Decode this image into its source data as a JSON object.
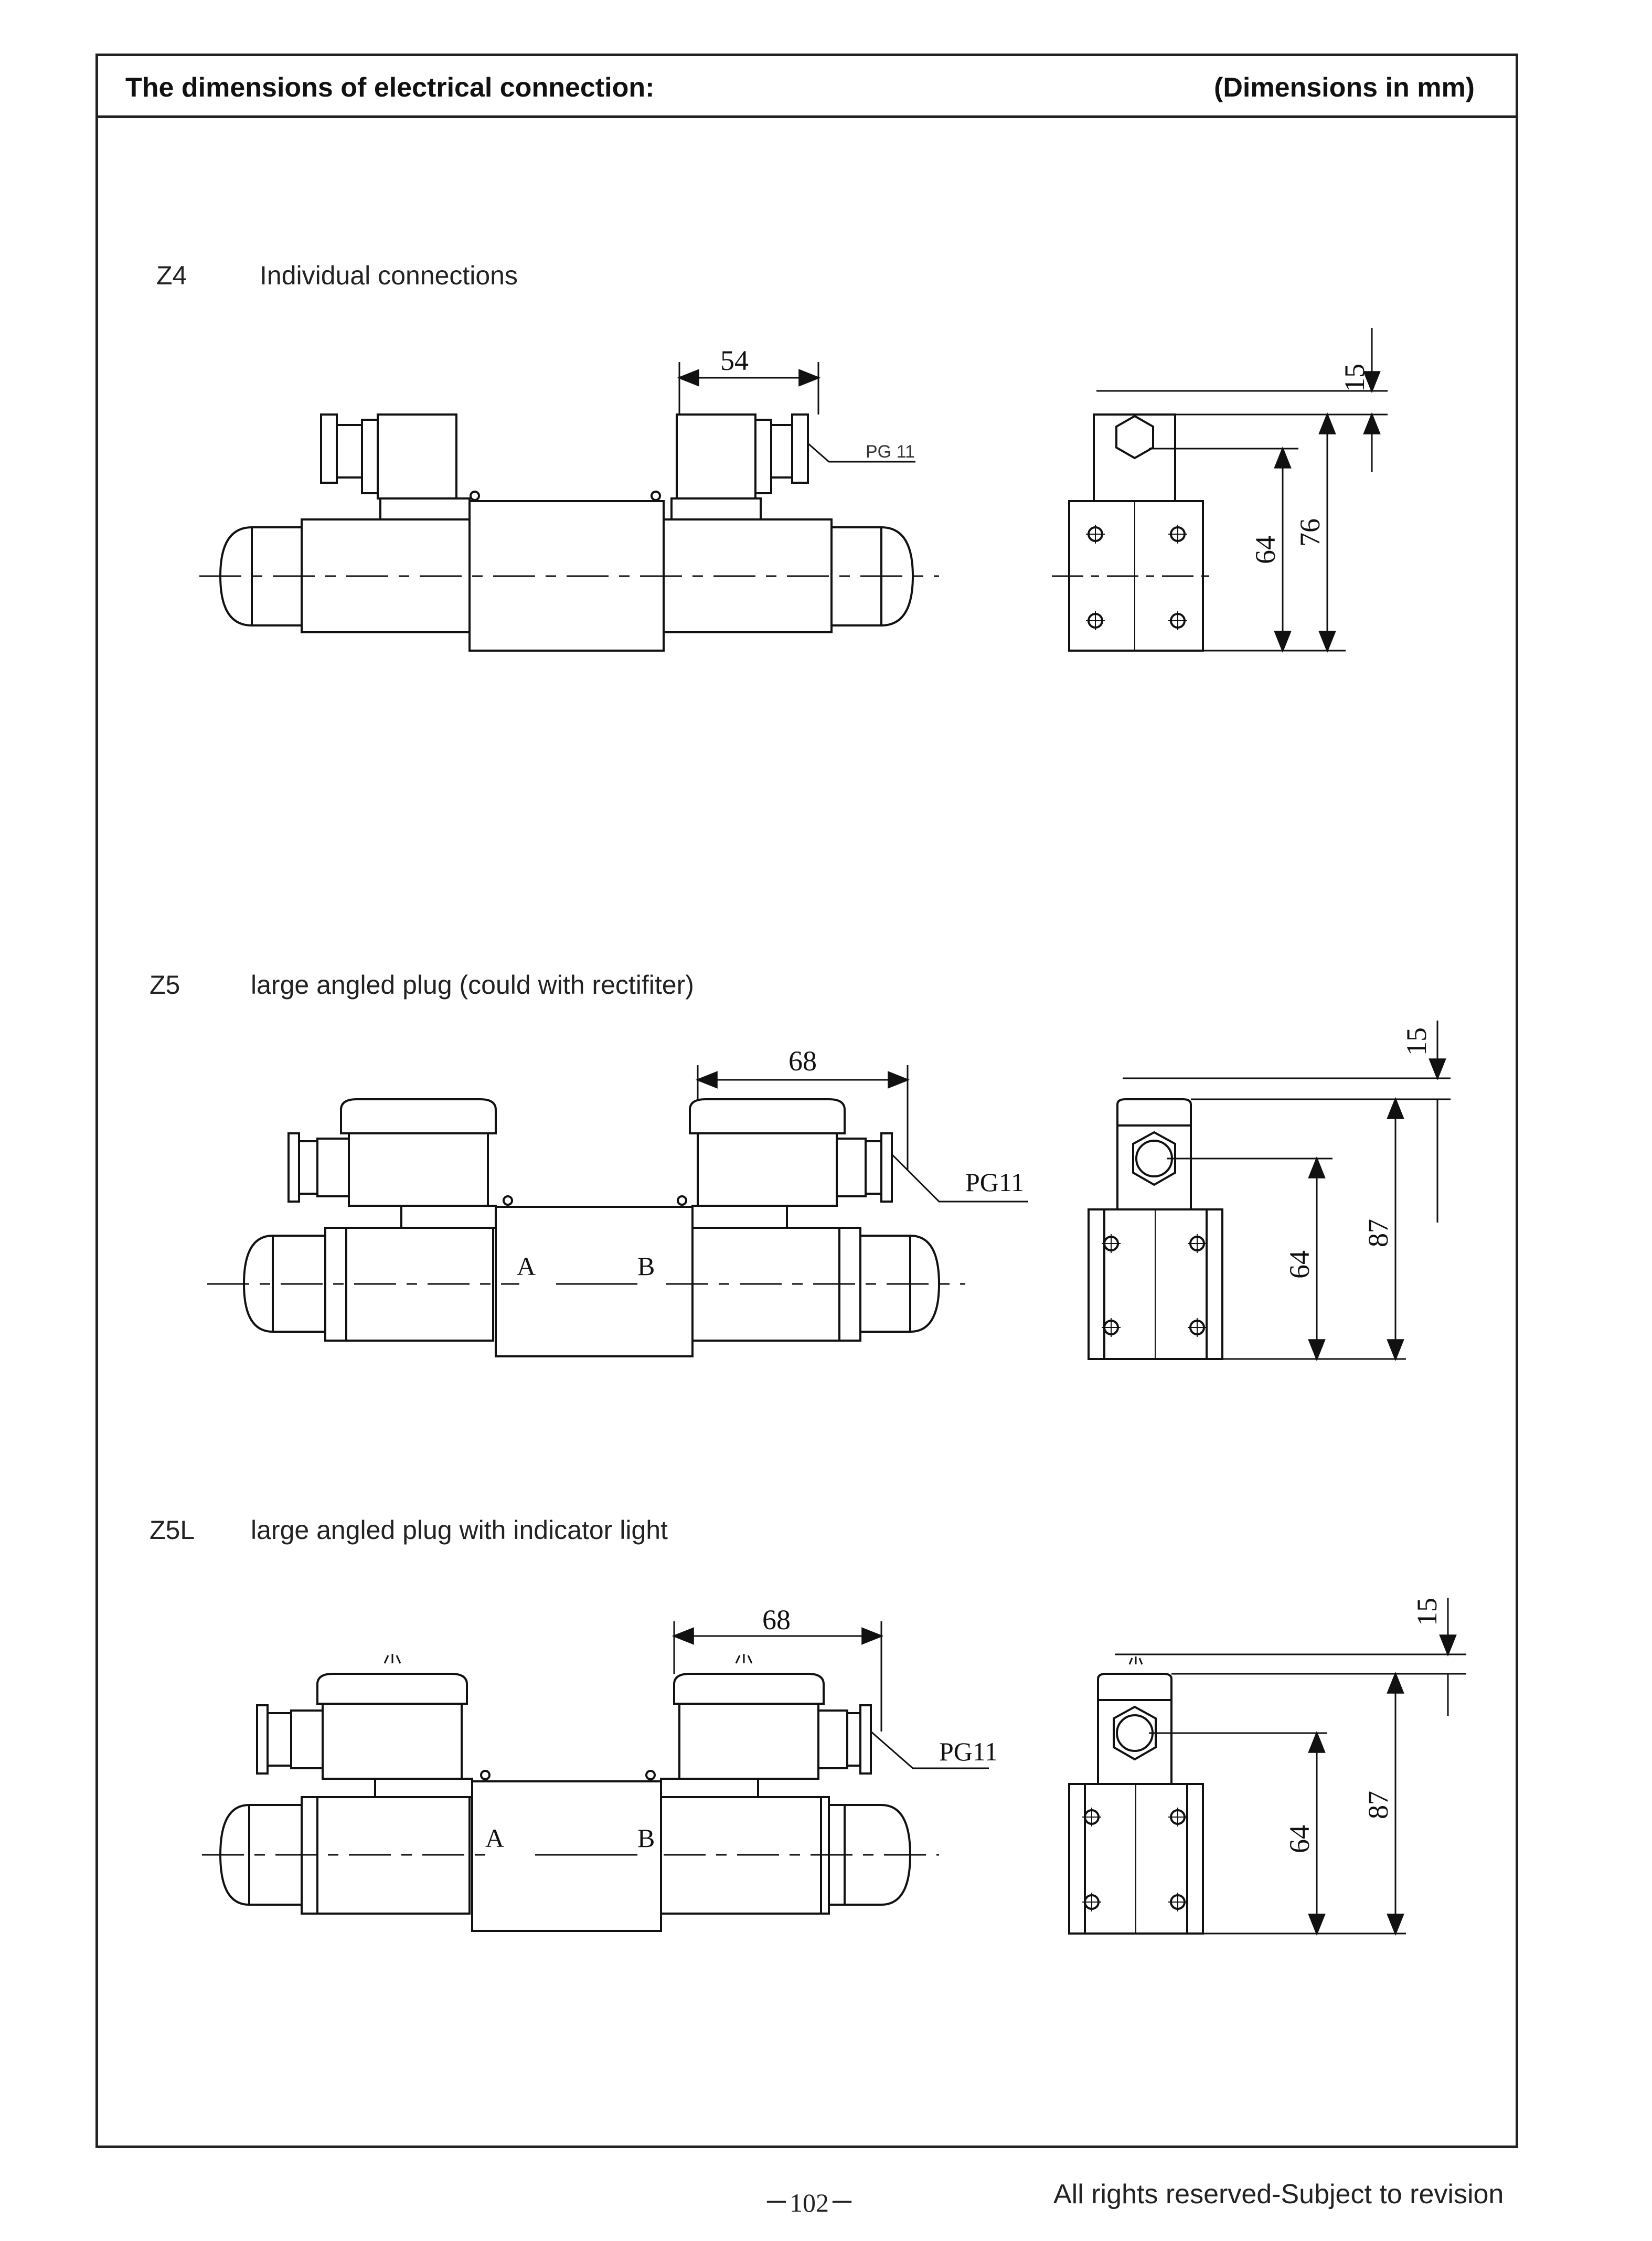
{
  "header": {
    "title": "The dimensions of electrical connection:",
    "units": "(Dimensions in mm)"
  },
  "sections": [
    {
      "code": "Z4",
      "title": "Individual connections",
      "dims": {
        "width": "54",
        "top_offset": "15",
        "inner_height": "64",
        "outer_height": "76"
      },
      "port_label": "PG 11",
      "ports": null
    },
    {
      "code": "Z5",
      "title": "large angled plug (could with rectifiter)",
      "dims": {
        "width": "68",
        "top_offset": "15",
        "inner_height": "64",
        "outer_height": "87"
      },
      "port_label": "PG11",
      "ports": {
        "a": "A",
        "b": "B"
      }
    },
    {
      "code": "Z5L",
      "title": "large angled plug with indicator light",
      "dims": {
        "width": "68",
        "top_offset": "15",
        "inner_height": "64",
        "outer_height": "87"
      },
      "port_label": "PG11",
      "ports": {
        "a": "A",
        "b": "B"
      }
    }
  ],
  "footer": {
    "page": "－102－",
    "rights": "All rights reserved-Subject to revision"
  }
}
